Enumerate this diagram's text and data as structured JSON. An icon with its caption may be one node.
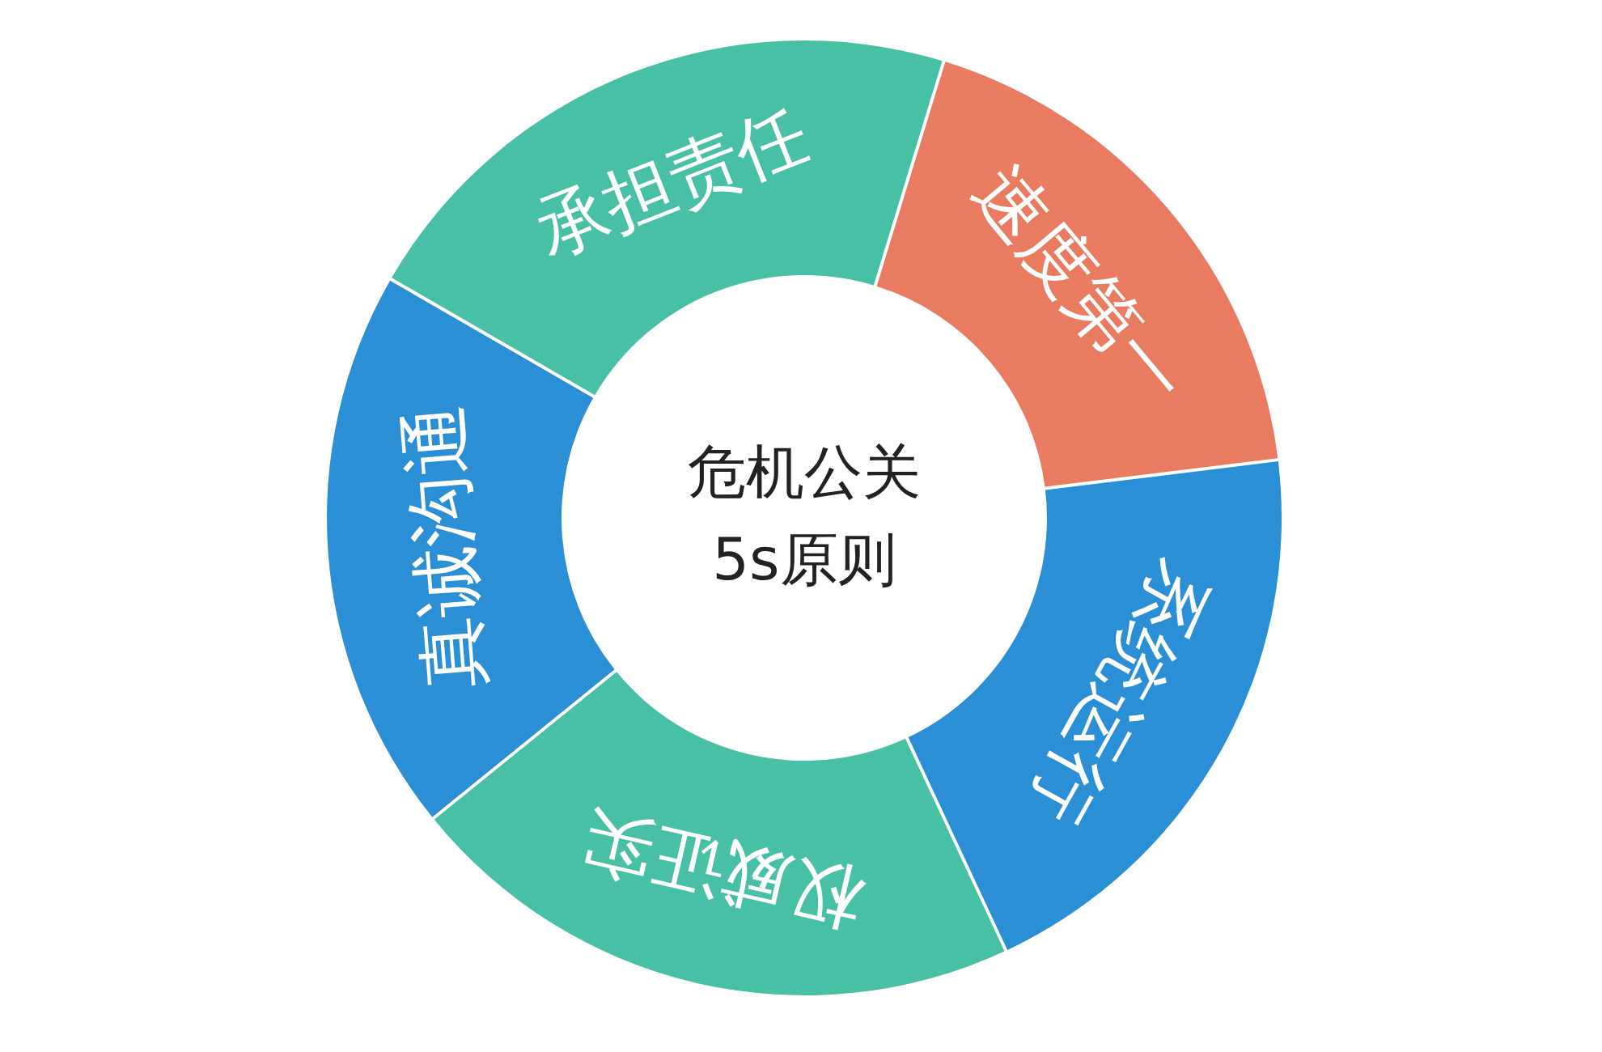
{
  "diagram": {
    "nodes": [
      {
        "text": [
          "危机公关5s原则"
        ]
      },
      {
        "text": [
          "承担责任"
        ]
      },
      {
        "text": [
          "速度第一"
        ]
      },
      {
        "text": [
          "系统运行"
        ]
      },
      {
        "text": [
          "权威证实"
        ]
      },
      {
        "text": [
          "真诚沟通"
        ]
      }
    ]
  }
}
